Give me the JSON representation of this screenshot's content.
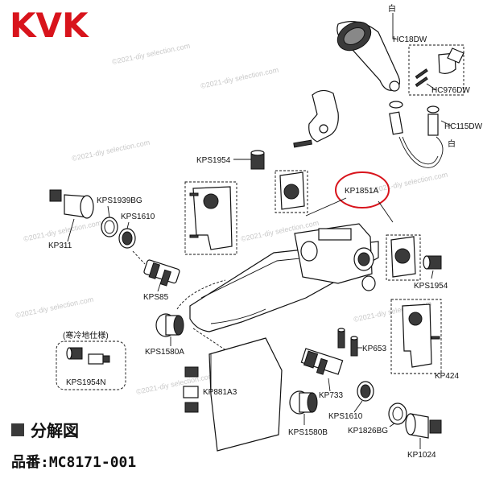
{
  "brand": "KVK",
  "section_title": "分解図",
  "model_number": "品番:MC8171-001",
  "watermark": "©2021-diy selection.com",
  "color_labels": {
    "white_top": "白",
    "white_right": "白"
  },
  "cold_region_note": "(寒冷地仕様)",
  "highlight_color": "#d8141c",
  "parts": {
    "hc18dw": "HC18DW",
    "hc976dw": "HC976DW",
    "hc115dw": "HC115DW",
    "kps1954_top": "KPS1954",
    "kp1851a": "KP1851A",
    "kps1939bg": "KPS1939BG",
    "kps1610_left": "KPS1610",
    "kp311": "KP311",
    "kps85": "KPS85",
    "kps1954_right": "KPS1954",
    "kps1580a": "KPS1580A",
    "kp653": "KP653",
    "kp424": "KP424",
    "kps1954n": "KPS1954N",
    "kp881a3": "KP881A3",
    "kp733": "KP733",
    "kps1610_bottom": "KPS1610",
    "kps1580b": "KPS1580B",
    "kp1826bg": "KP1826BG",
    "kp1024": "KP1024"
  }
}
